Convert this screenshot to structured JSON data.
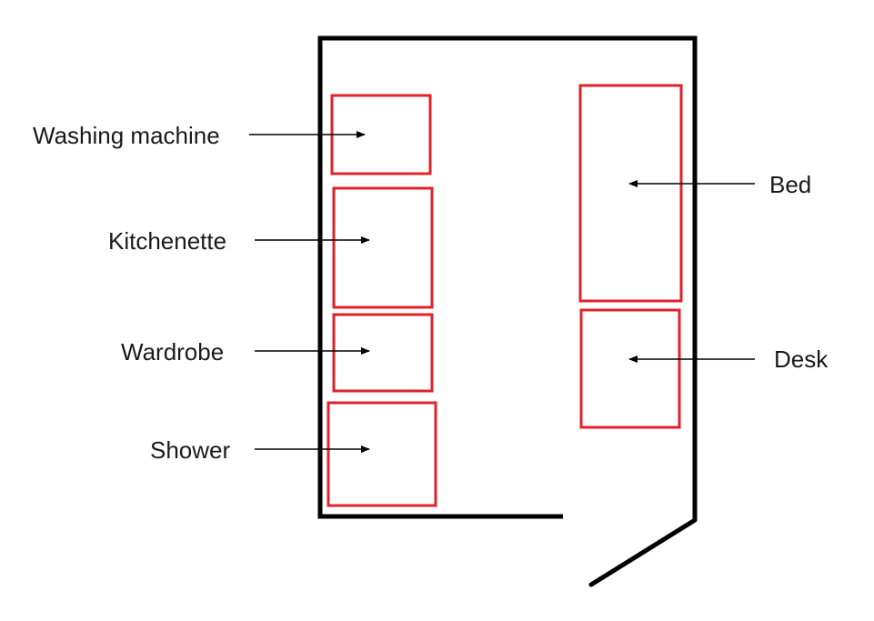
{
  "colors": {
    "wall": "#000000",
    "furniture_outline": "#e0232b",
    "arrow": "#000000",
    "label_text": "#1a1a1a"
  },
  "labels": {
    "washing_machine": "Washing machine",
    "kitchenette": "Kitchenette",
    "wardrobe": "Wardrobe",
    "shower": "Shower",
    "bed": "Bed",
    "desk": "Desk"
  }
}
